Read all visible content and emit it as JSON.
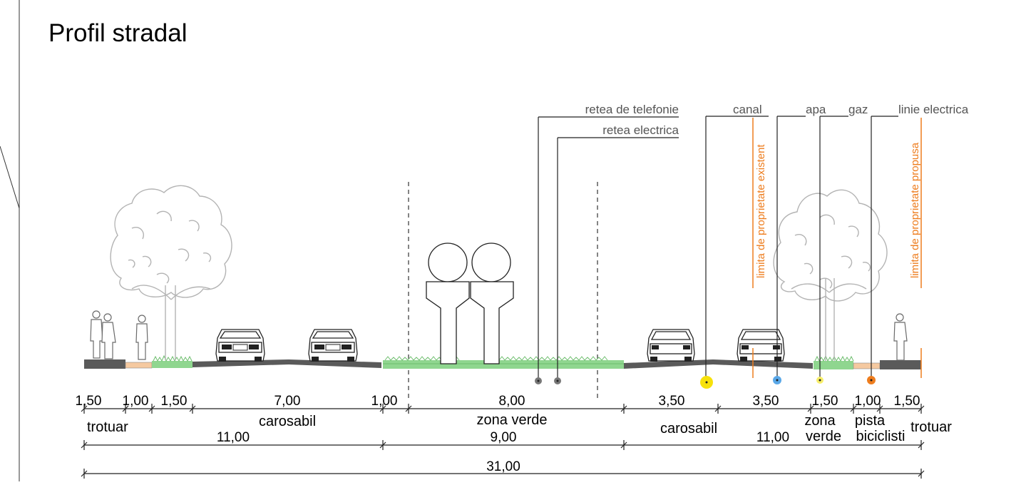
{
  "title": "Profil stradal",
  "dimensions_row1": [
    "1,50",
    "1,00",
    "1,50",
    "7,00",
    "1,00",
    "8,00",
    "3,50",
    "3,50",
    "1,50",
    "1,00",
    "1,50"
  ],
  "zones": {
    "trotuar_left": "trotuar",
    "carosabil_left": "carosabil",
    "zona_verde_center": "zona verde",
    "carosabil_right": "carosabil",
    "zona_verde_right_1": "zona",
    "zona_verde_right_2": "verde",
    "pista_1": "pista",
    "pista_2": "biciclisti",
    "trotuar_right": "trotuar"
  },
  "dimensions_row2": [
    "11,00",
    "9,00",
    "11,00"
  ],
  "total": "31,00",
  "utilities": {
    "telefonie": "retea de telefonie",
    "electrica": "retea electrica",
    "canal": "canal",
    "apa": "apa",
    "gaz": "gaz",
    "linie_electrica": "linie electrica"
  },
  "property_limits": {
    "existent": "limita de proprietate existent",
    "propusa": "limita de proprietate propusa"
  },
  "colors": {
    "asphalt": "#5a5a5a",
    "grass": "#8fd68f",
    "bike_lane": "#f5c9a0",
    "orange": "#ee7d1e",
    "canal": "#f7e10a",
    "apa": "#5aa8e8",
    "gaz": "#f7ee6a",
    "electric": "#ee7d1e",
    "telecom": "#777777"
  }
}
